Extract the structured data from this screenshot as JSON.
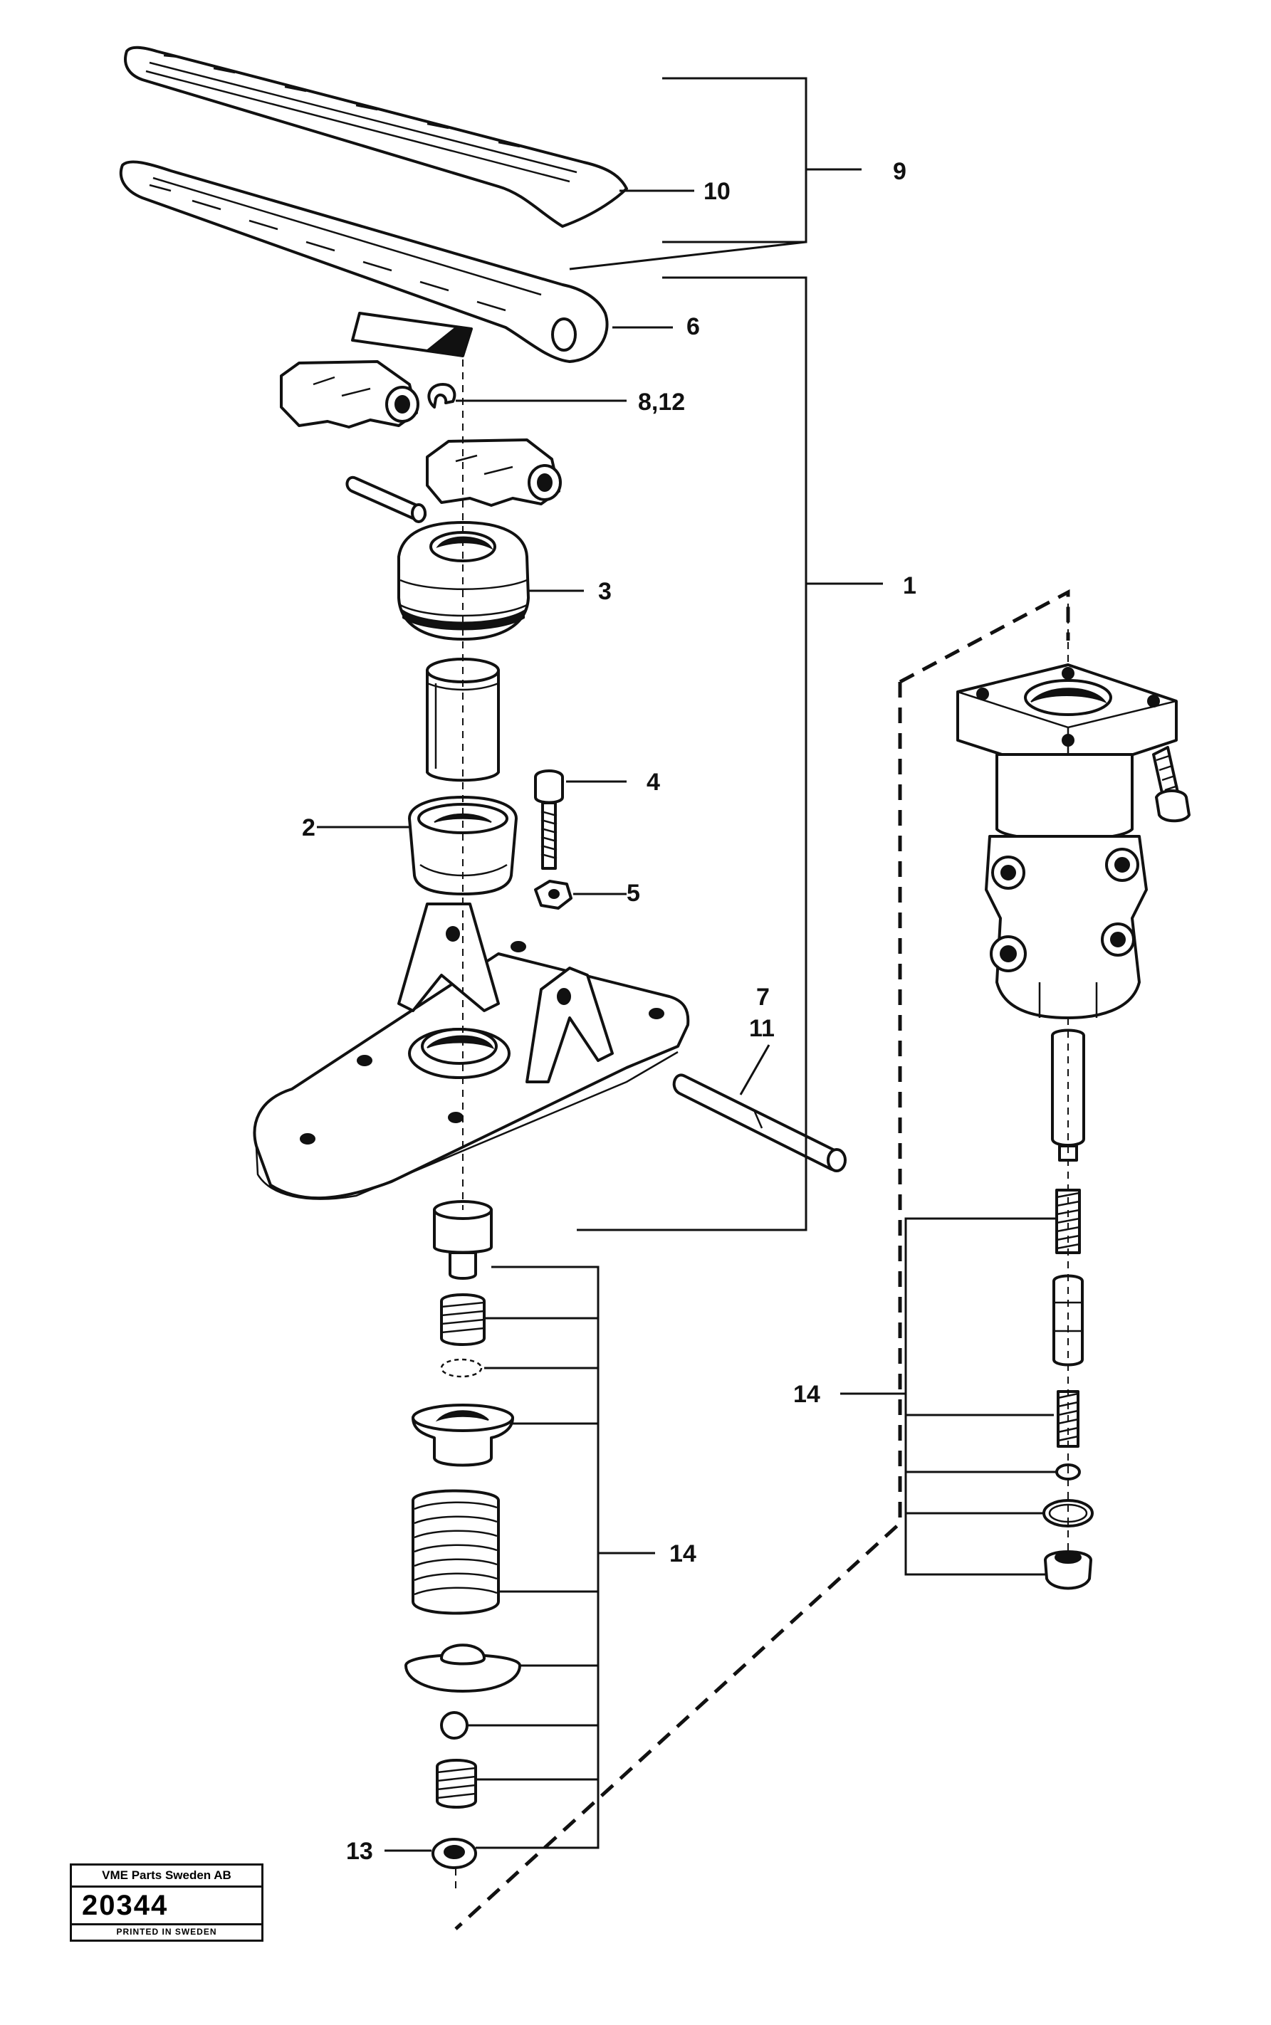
{
  "callouts": {
    "c1": "1",
    "c2": "2",
    "c3": "3",
    "c4": "4",
    "c5": "5",
    "c6": "6",
    "c7": "7",
    "c8_12": "8,12",
    "c9": "9",
    "c10": "10",
    "c11": "11",
    "c13": "13",
    "c14_left": "14",
    "c14_right": "14"
  },
  "stamp": {
    "company": "VME Parts Sweden AB",
    "number": "20344",
    "printed": "PRINTED IN SWEDEN"
  }
}
